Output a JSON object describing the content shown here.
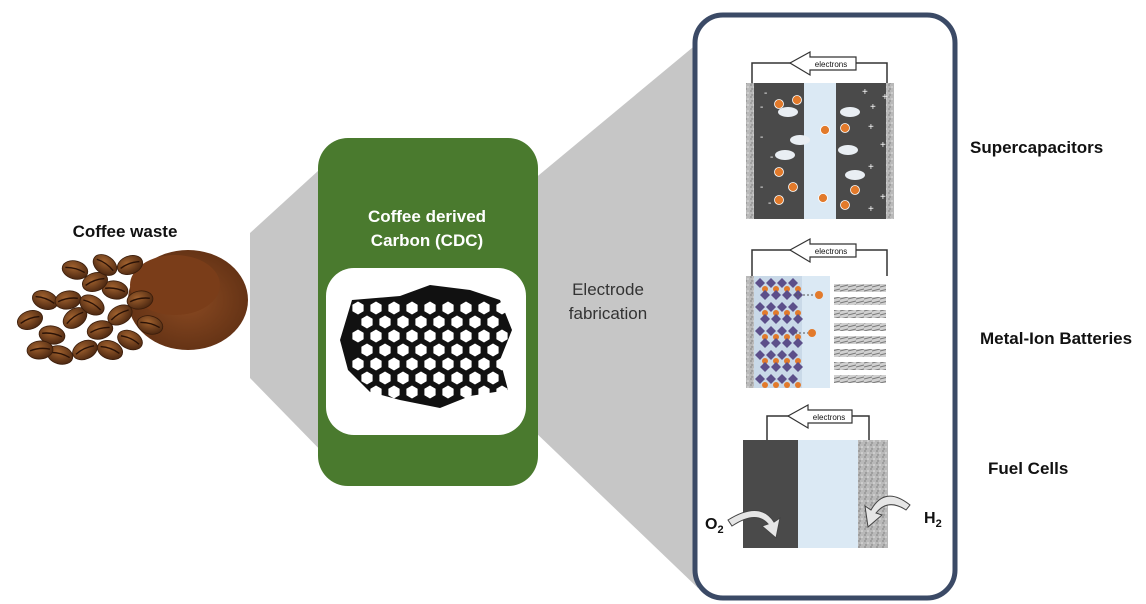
{
  "source": {
    "title": "Coffee waste"
  },
  "material": {
    "title_line1": "Coffee derived",
    "title_line2": "Carbon (CDC)"
  },
  "process": {
    "line1": "Electrode",
    "line2": "fabrication"
  },
  "applications": [
    {
      "label": "Supercapacitors"
    },
    {
      "label": "Metal-Ion Batteries"
    },
    {
      "label": "Fuel Cells"
    }
  ],
  "devices": {
    "electrons_label": "electrons",
    "fuel_cell": {
      "gas_left": "O",
      "gas_left_sub": "2",
      "gas_right": "H",
      "gas_right_sub": "2"
    }
  },
  "colors": {
    "cdc_box": "#4a7a2e",
    "panel_border": "#3b4a66",
    "connector": "#c6c6c6",
    "electrode_dark": "#4a4a4a",
    "electrolyte": "#dbe9f4",
    "ion": "#e27a2b",
    "cathode_purple": "#5c4f8a"
  }
}
